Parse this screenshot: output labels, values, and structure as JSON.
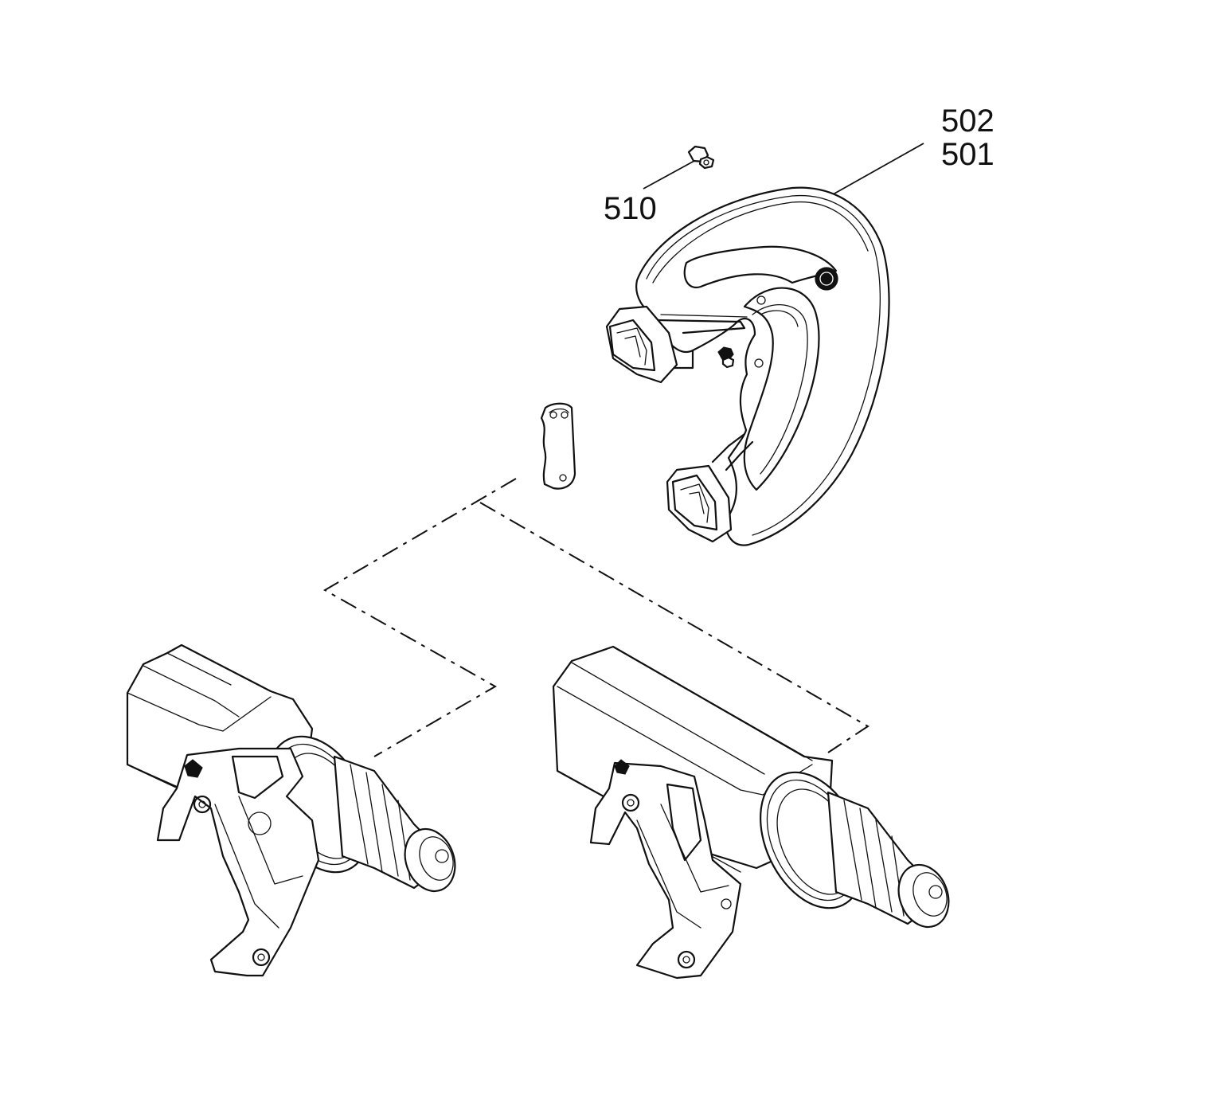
{
  "figure": {
    "callouts": {
      "blade_guard_a": "502",
      "blade_guard_b": "501",
      "screw": "510"
    }
  },
  "colors": {
    "ink": "#111111",
    "paper": "#ffffff"
  }
}
